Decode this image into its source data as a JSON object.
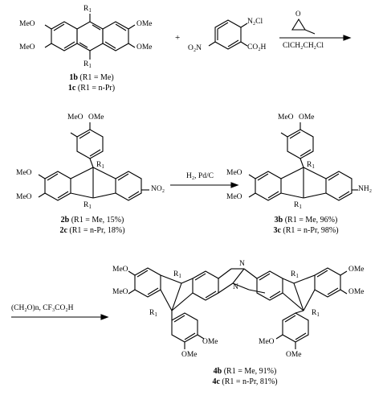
{
  "substituents": {
    "meo": "MeO",
    "ome": "OMe",
    "r1": "R",
    "r1_sub": "1",
    "diazonium": "N₂Cl",
    "nitro_left": "O₂N",
    "carboxy": "CO₂H",
    "nitro_right": "NO₂",
    "amine": "NH₂",
    "amine_n": "N"
  },
  "reagents": {
    "step1_solvent": "ClCH₂CH₂Cl",
    "step2": "H₂, Pd/C",
    "step3": "(CH₂O)n, CF₃CO₂H",
    "plus": "+"
  },
  "compounds": {
    "c1b": {
      "id": "1b",
      "desc": "(R1 = Me)"
    },
    "c1c": {
      "id": "1c",
      "desc": "(R1 = n-Pr)"
    },
    "c2b": {
      "id": "2b",
      "desc": "(R1 = Me, 15%)"
    },
    "c2c": {
      "id": "2c",
      "desc": "(R1 = n-Pr, 18%)"
    },
    "c3b": {
      "id": "3b",
      "desc": "(R1 = Me, 96%)"
    },
    "c3c": {
      "id": "3c",
      "desc": "(R1 = n-Pr, 98%)"
    },
    "c4b": {
      "id": "4b",
      "desc": "(R1 = Me, 91%)"
    },
    "c4c": {
      "id": "4c",
      "desc": "(R1 = n-Pr, 81%)"
    }
  }
}
